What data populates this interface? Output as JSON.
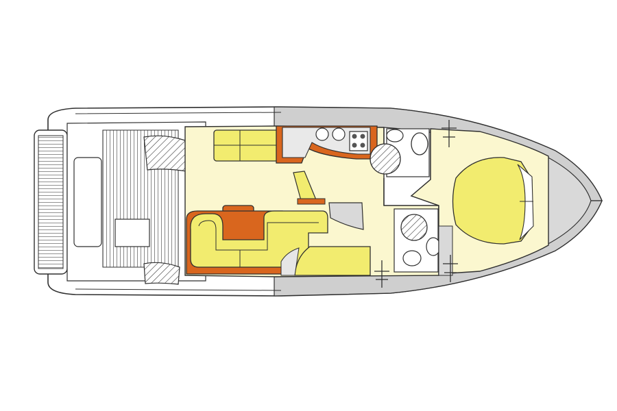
{
  "diagram": {
    "type": "boat-deck-plan",
    "orientation": "bow-right",
    "colors": {
      "background": "#ffffff",
      "outline": "#2f2f2f",
      "cabin_floor": "#fbf7cf",
      "upholstery": "#f2ec6f",
      "galley": "#d9661e",
      "hull_side": "#cfcfcf",
      "deck_white": "#ffffff"
    },
    "elements": [
      "hull",
      "bathing-platform",
      "cockpit-teak",
      "companionway-steps",
      "saloon",
      "galley",
      "aft-settee",
      "dinette-settee",
      "dinette-table",
      "helm-seat",
      "forward-head",
      "mid-head",
      "guest-berth",
      "forward-cabin",
      "master-berth",
      "anchor-locker"
    ],
    "icons": [
      "sink-icon",
      "hob-icon",
      "shower-icon",
      "toilet-icon",
      "mast-mark-icon"
    ]
  }
}
